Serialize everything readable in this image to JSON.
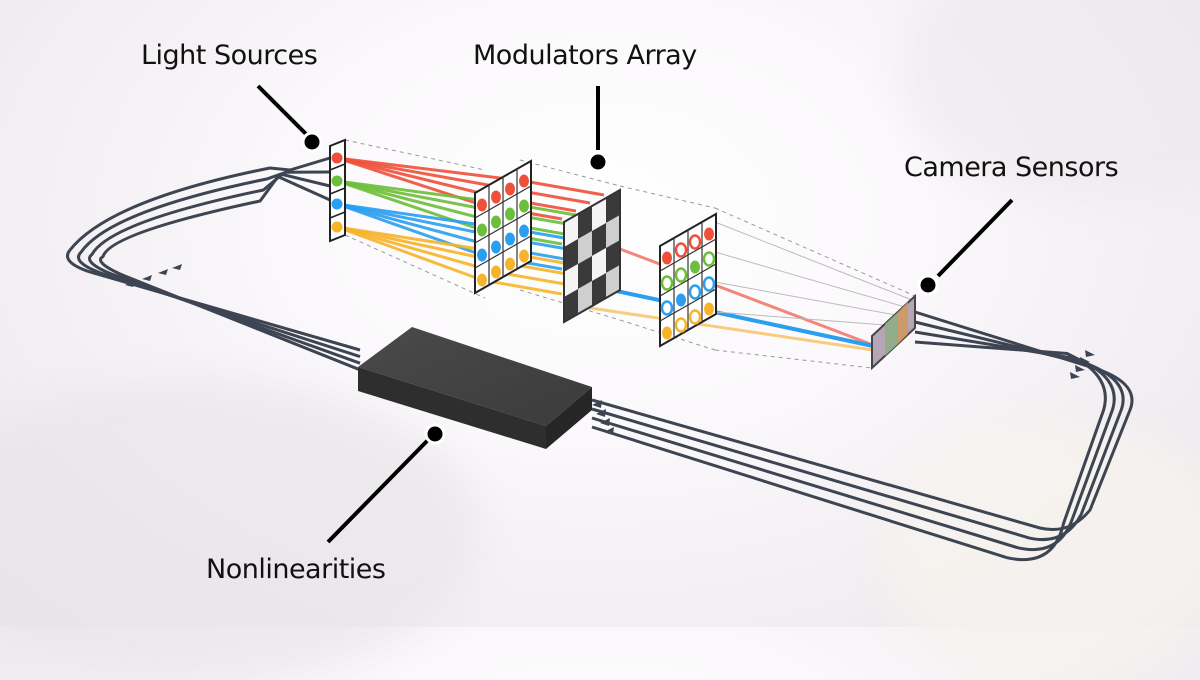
{
  "labels": {
    "light_sources": "Light Sources",
    "modulators_array": "Modulators Array",
    "camera_sensors": "Camera Sensors",
    "nonlinearities": "Nonlinearities"
  },
  "colors": {
    "red": "#f0503a",
    "green": "#6cbf3a",
    "blue": "#2a9ff0",
    "yellow": "#f7b42a",
    "loop": "#3d4452",
    "box": "#3a3a3a"
  },
  "channels": [
    "red",
    "green",
    "blue",
    "yellow"
  ],
  "modulator_pattern": [
    [
      0,
      1,
      0,
      1
    ],
    [
      1,
      0,
      1,
      0
    ],
    [
      0,
      1,
      0,
      1
    ],
    [
      1,
      0,
      1,
      0
    ]
  ]
}
